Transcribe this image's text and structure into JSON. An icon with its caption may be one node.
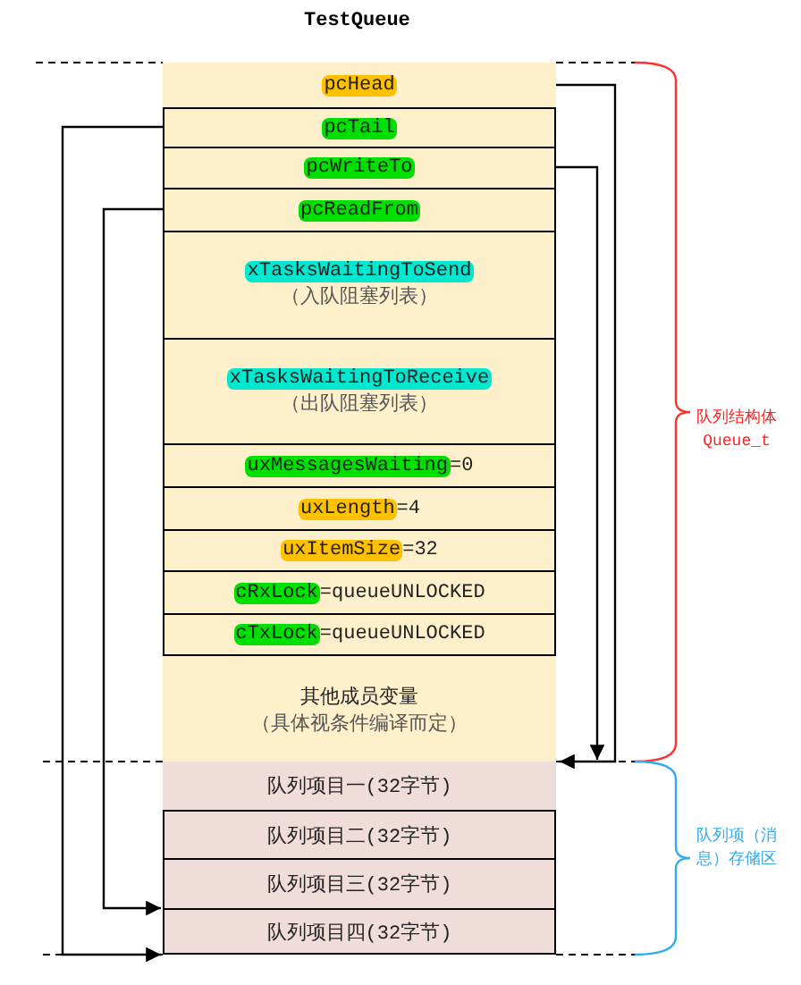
{
  "diagram": {
    "title": "TestQueue",
    "nodes": [
      {
        "text": [
          "pcHead"
        ]
      },
      {
        "text": [
          "pcTail"
        ]
      },
      {
        "text": [
          "pcWriteTo"
        ]
      },
      {
        "text": [
          "pcReadFrom"
        ]
      },
      {
        "text": [
          "xTasksWaitingToSend",
          "（入队阻塞列表）"
        ]
      },
      {
        "text": [
          "xTasksWaitingToReceive",
          "（出队阻塞列表）"
        ]
      },
      {
        "text": [
          "uxMessagesWaiting=0"
        ]
      },
      {
        "text": [
          "uxLength=4"
        ]
      },
      {
        "text": [
          "uxItemSize=32"
        ]
      },
      {
        "text": [
          "cRxLock=queueUNLOCKED"
        ]
      },
      {
        "text": [
          "cTxLock=queueUNLOCKED"
        ]
      },
      {
        "text": [
          "其他成员变量",
          "（具体视条件编译而定）"
        ]
      },
      {
        "text": [
          "队列项目一(32字节)"
        ]
      },
      {
        "text": [
          "队列项目二(32字节)"
        ]
      },
      {
        "text": [
          "队列项目三(32字节)"
        ]
      },
      {
        "text": [
          "队列项目四(32字节)"
        ]
      }
    ],
    "edges": [
      {
        "from": 0,
        "to": 12,
        "arrow": "to"
      },
      {
        "from": 1,
        "to": 15,
        "arrow": "to"
      },
      {
        "from": 2,
        "to": 12,
        "arrow": "to"
      },
      {
        "from": 3,
        "to": 15,
        "arrow": "to"
      }
    ],
    "labels": [
      "队列结构体 Queue_t",
      "队列项（消息）存储区"
    ]
  }
}
